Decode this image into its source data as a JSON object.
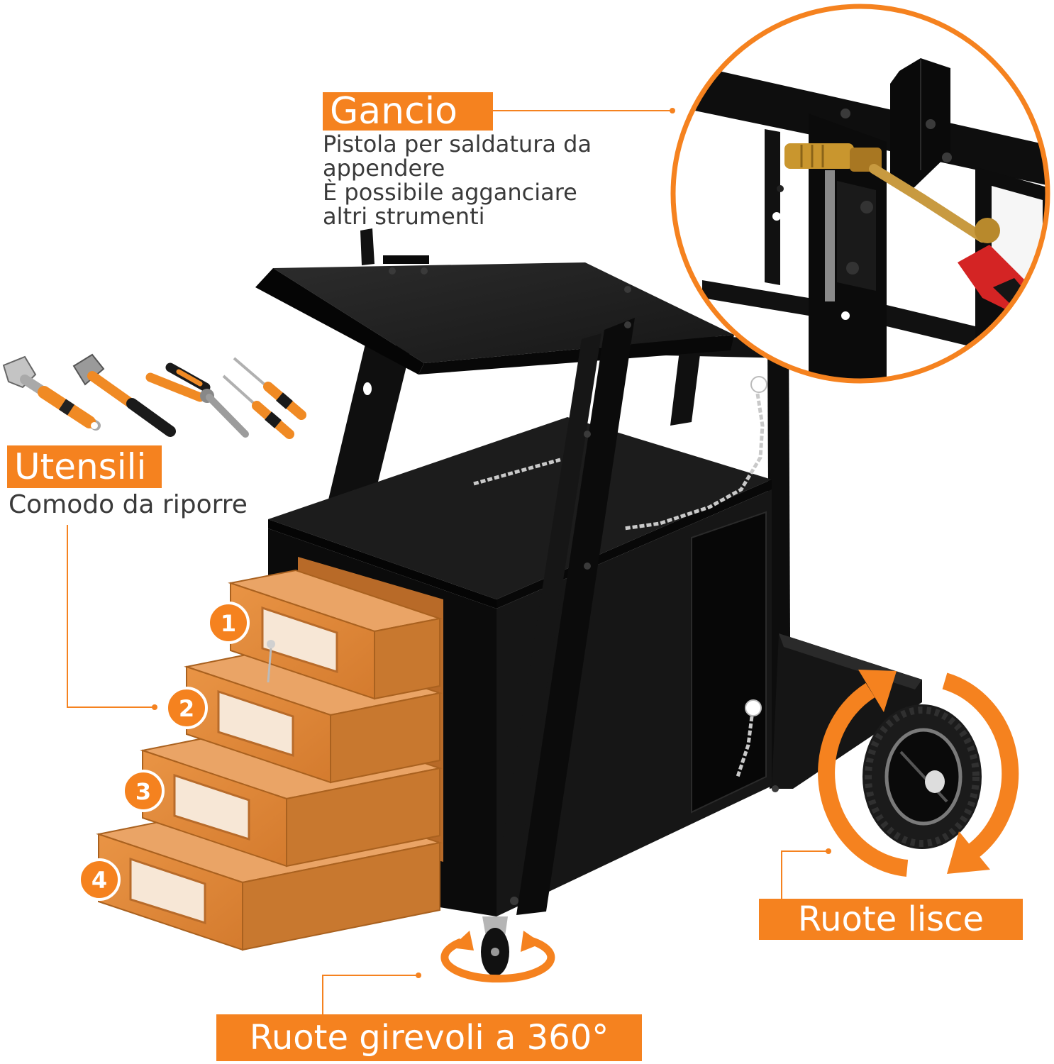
{
  "theme": {
    "accent": "#f5821f",
    "text": "#3a3a3a",
    "cart": "#111111",
    "drawer": "#e38c3e"
  },
  "callouts": {
    "hook": {
      "title": "Gancio",
      "lines": [
        "Pistola per saldatura da",
        "appendere",
        "È possibile agganciare",
        "altri strumenti"
      ]
    },
    "tools": {
      "title": "Utensili",
      "subtitle": "Comodo da riporre"
    },
    "smooth_wheels": {
      "title": "Ruote lisce"
    },
    "swivel_wheels": {
      "title": "Ruote girevoli a 360°"
    }
  },
  "drawers": [
    {
      "number": "1"
    },
    {
      "number": "2"
    },
    {
      "number": "3"
    },
    {
      "number": "4"
    }
  ],
  "icons": {
    "tools": [
      "adjustable-wrench-icon",
      "hammer-icon",
      "pliers-icon",
      "screwdriver-icon"
    ],
    "arrows": [
      "rotate-arrow-icon",
      "swivel-arrow-icon"
    ]
  }
}
